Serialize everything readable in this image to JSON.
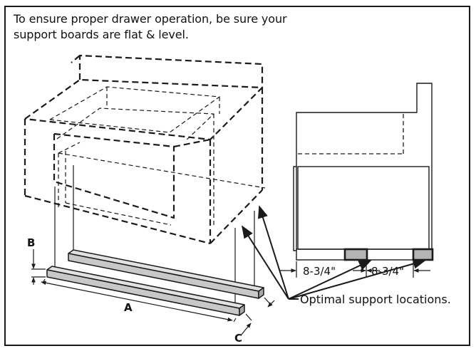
{
  "instruction": "To ensure proper drawer operation, be sure your support boards are flat & level.",
  "labels": {
    "a": "A",
    "b": "B",
    "c": "C",
    "dim_left": "8-3/4\"",
    "dim_right": "8-3/4\"",
    "callout": "Optimal support locations."
  },
  "colors": {
    "line": "#1a1a1a",
    "board_fill": "#c8c8c8",
    "foot_fill": "#b4b4b4"
  }
}
